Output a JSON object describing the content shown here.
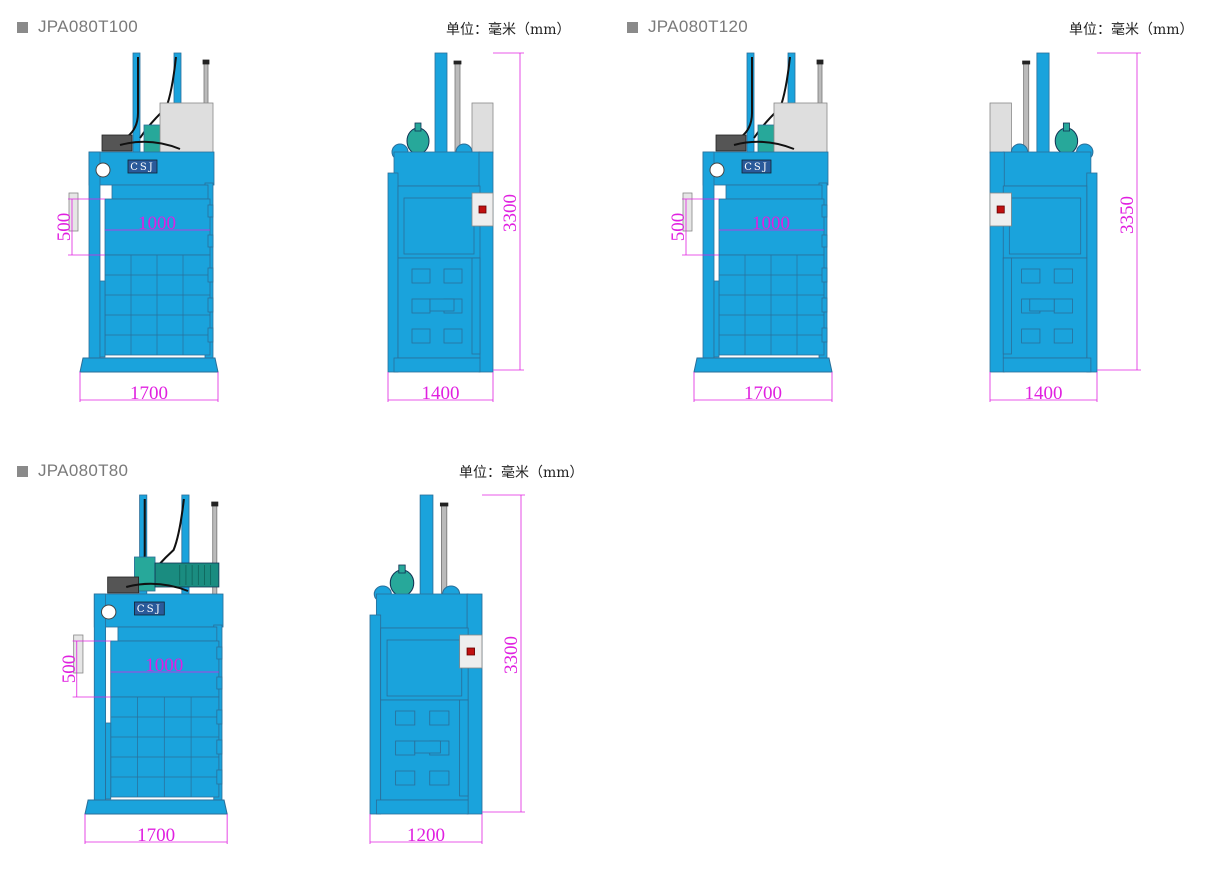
{
  "panels": [
    {
      "model": "JPA080T100",
      "unit": "单位：毫米（mm）",
      "front": {
        "width": "1700",
        "chamber_width": "1000",
        "opening_height": "500",
        "top_variant": "box"
      },
      "side": {
        "width": "1400",
        "height": "3300",
        "mirrored": false
      }
    },
    {
      "model": "JPA080T120",
      "unit": "单位：毫米（mm）",
      "front": {
        "width": "1700",
        "chamber_width": "1000",
        "opening_height": "500",
        "top_variant": "box"
      },
      "side": {
        "width": "1400",
        "height": "3350",
        "mirrored": true
      }
    },
    {
      "model": "JPA080T80",
      "unit": "单位：毫米（mm）",
      "front": {
        "width": "1700",
        "chamber_width": "1000",
        "opening_height": "500",
        "top_variant": "motor"
      },
      "side": {
        "width": "1200",
        "height": "3300",
        "mirrored": false
      }
    }
  ],
  "brand_label": "CSJ",
  "colors": {
    "machine": "#1aa3dc",
    "outline": "#2a6f9a",
    "dimension": "#e020e0",
    "pump": "#27a89a",
    "cover": "#dedede",
    "stop_button": "#c01010"
  }
}
